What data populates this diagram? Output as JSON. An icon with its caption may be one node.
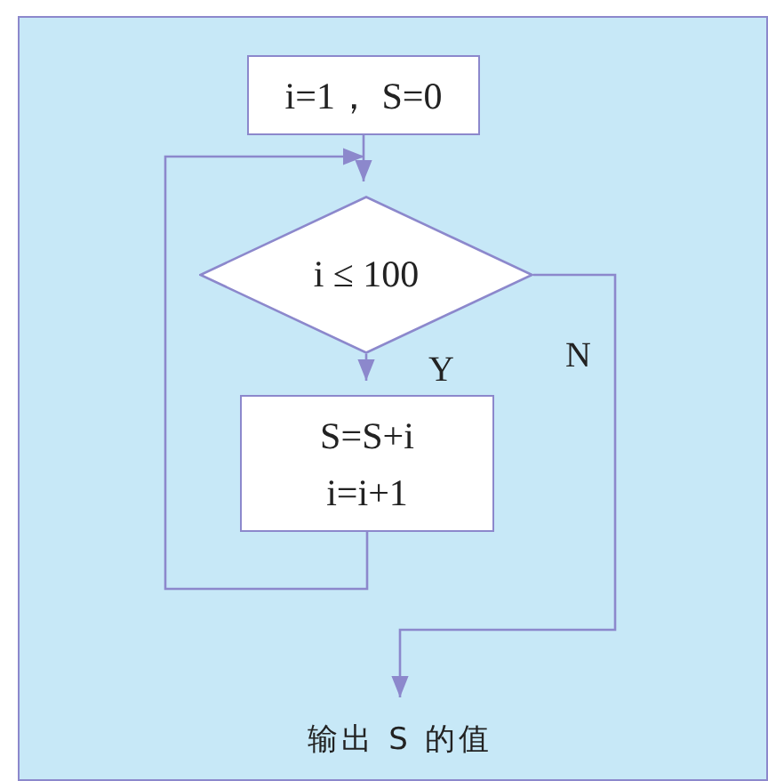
{
  "diagram": {
    "nodes": [
      {
        "text": [
          "i=1， S=0"
        ]
      },
      {
        "text": [
          "i ≤ 100"
        ]
      },
      {
        "text": [
          "S=S+i i=i+1"
        ]
      },
      {
        "text": [
          "输出 S 的值"
        ]
      }
    ],
    "edges": [
      {
        "from": 0,
        "to": 1,
        "arrow": "to"
      },
      {
        "from": 1,
        "to": 2,
        "arrow": "to",
        "label": "Y"
      },
      {
        "from": 2,
        "to": 1,
        "arrow": "to"
      },
      {
        "from": 1,
        "to": 3,
        "arrow": "to",
        "label": "N"
      }
    ]
  }
}
